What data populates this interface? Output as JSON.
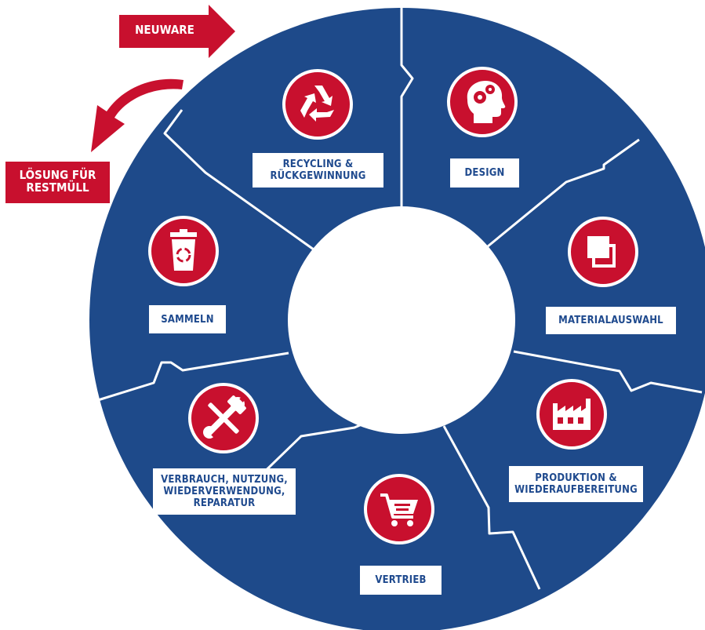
{
  "colors": {
    "wedge": "#1e4a8a",
    "accent": "#c8102e",
    "seam": "#ffffff",
    "label_text": "#1f4a8e"
  },
  "arrows": {
    "neuware": "NEUWARE",
    "restmuell": "LÖSUNG FÜR\nRESTMÜLL"
  },
  "stages": [
    {
      "id": "recycling",
      "label": "RECYCLING &\nRÜCKGEWINNUNG",
      "icon": "recycle-icon"
    },
    {
      "id": "design",
      "label": "DESIGN",
      "icon": "head-gears-icon"
    },
    {
      "id": "materialauswahl",
      "label": "MATERIALAUSWAHL",
      "icon": "material-swatches-icon"
    },
    {
      "id": "produktion",
      "label": "PRODUKTION &\nWIEDERAUFBEREITUNG",
      "icon": "factory-icon"
    },
    {
      "id": "vertrieb",
      "label": "VERTRIEB",
      "icon": "shopping-cart-icon"
    },
    {
      "id": "verbrauch",
      "label": "VERBRAUCH, NUTZUNG,\nWIEDERVERWENDUNG,\nREPARATUR",
      "icon": "tools-icon"
    },
    {
      "id": "sammeln",
      "label": "SAMMELN",
      "icon": "recycle-bin-icon"
    }
  ]
}
